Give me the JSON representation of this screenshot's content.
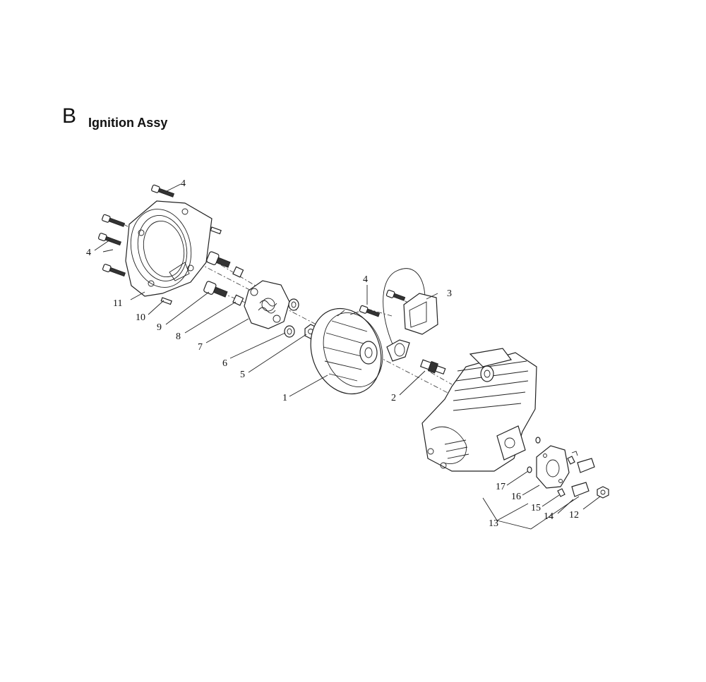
{
  "header": {
    "section_letter": "B",
    "section_title": "Ignition Assy"
  },
  "callouts": [
    {
      "id": "c4a",
      "text": "4"
    },
    {
      "id": "c4b",
      "text": "4"
    },
    {
      "id": "c4c",
      "text": "4"
    },
    {
      "id": "c3",
      "text": "3"
    },
    {
      "id": "c11",
      "text": "11"
    },
    {
      "id": "c10",
      "text": "10"
    },
    {
      "id": "c9",
      "text": "9"
    },
    {
      "id": "c8",
      "text": "8"
    },
    {
      "id": "c7",
      "text": "7"
    },
    {
      "id": "c6",
      "text": "6"
    },
    {
      "id": "c5",
      "text": "5"
    },
    {
      "id": "c1",
      "text": "1"
    },
    {
      "id": "c2",
      "text": "2"
    },
    {
      "id": "c17",
      "text": "17"
    },
    {
      "id": "c16",
      "text": "16"
    },
    {
      "id": "c15",
      "text": "15"
    },
    {
      "id": "c14",
      "text": "14"
    },
    {
      "id": "c13",
      "text": "13"
    },
    {
      "id": "c12",
      "text": "12"
    }
  ]
}
